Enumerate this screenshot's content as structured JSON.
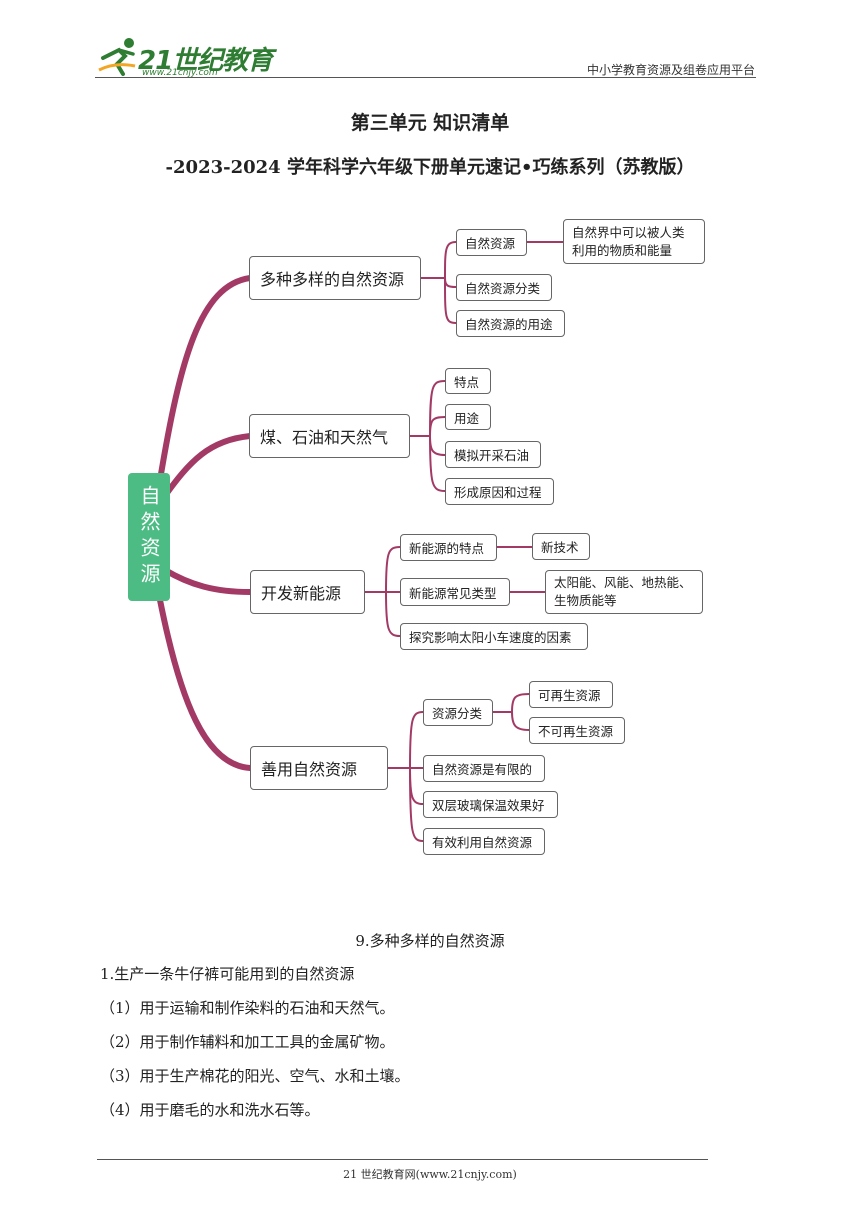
{
  "header": {
    "logo_text": "21世纪教育",
    "logo_url": "www.21cnjy.com",
    "right_text": "中小学教育资源及组卷应用平台"
  },
  "title": {
    "line1": "第三单元  知识清单",
    "line2": "-2023-2024 学年科学六年级下册单元速记•巧练系列（苏教版）"
  },
  "mindmap": {
    "root": "自然资源",
    "accent_color": "#a33a66",
    "root_color": "#4cbc84",
    "branches": [
      {
        "label": "多种多样的自然资源",
        "children": [
          "自然资源",
          "自然资源分类",
          "自然资源的用途"
        ],
        "leaf": "自然界中可以被人类利用的物质和能量"
      },
      {
        "label": "煤、石油和天然气",
        "children": [
          "特点",
          "用途",
          "模拟开采石油",
          "形成原因和过程"
        ]
      },
      {
        "label": "开发新能源",
        "children": [
          "新能源的特点",
          "新能源常见类型",
          "探究影响太阳小车速度的因素"
        ],
        "leaves": [
          "新技术",
          "太阳能、风能、地热能、生物质能等"
        ]
      },
      {
        "label": "善用自然资源",
        "children": [
          "资源分类",
          "自然资源是有限的",
          "双层玻璃保温效果好",
          "有效利用自然资源"
        ],
        "leaves": [
          "可再生资源",
          "不可再生资源"
        ]
      }
    ]
  },
  "content": {
    "section_title": "9.多种多样的自然资源",
    "heading": "1.生产一条牛仔裤可能用到的自然资源",
    "items": [
      "（1）用于运输和制作染料的石油和天然气。",
      "（2）用于制作辅料和加工工具的金属矿物。",
      "（3）用于生产棉花的阳光、空气、水和土壤。",
      "（4）用于磨毛的水和洗水石等。"
    ]
  },
  "footer": {
    "text": "21 世纪教育网(www.21cnjy.com)"
  }
}
